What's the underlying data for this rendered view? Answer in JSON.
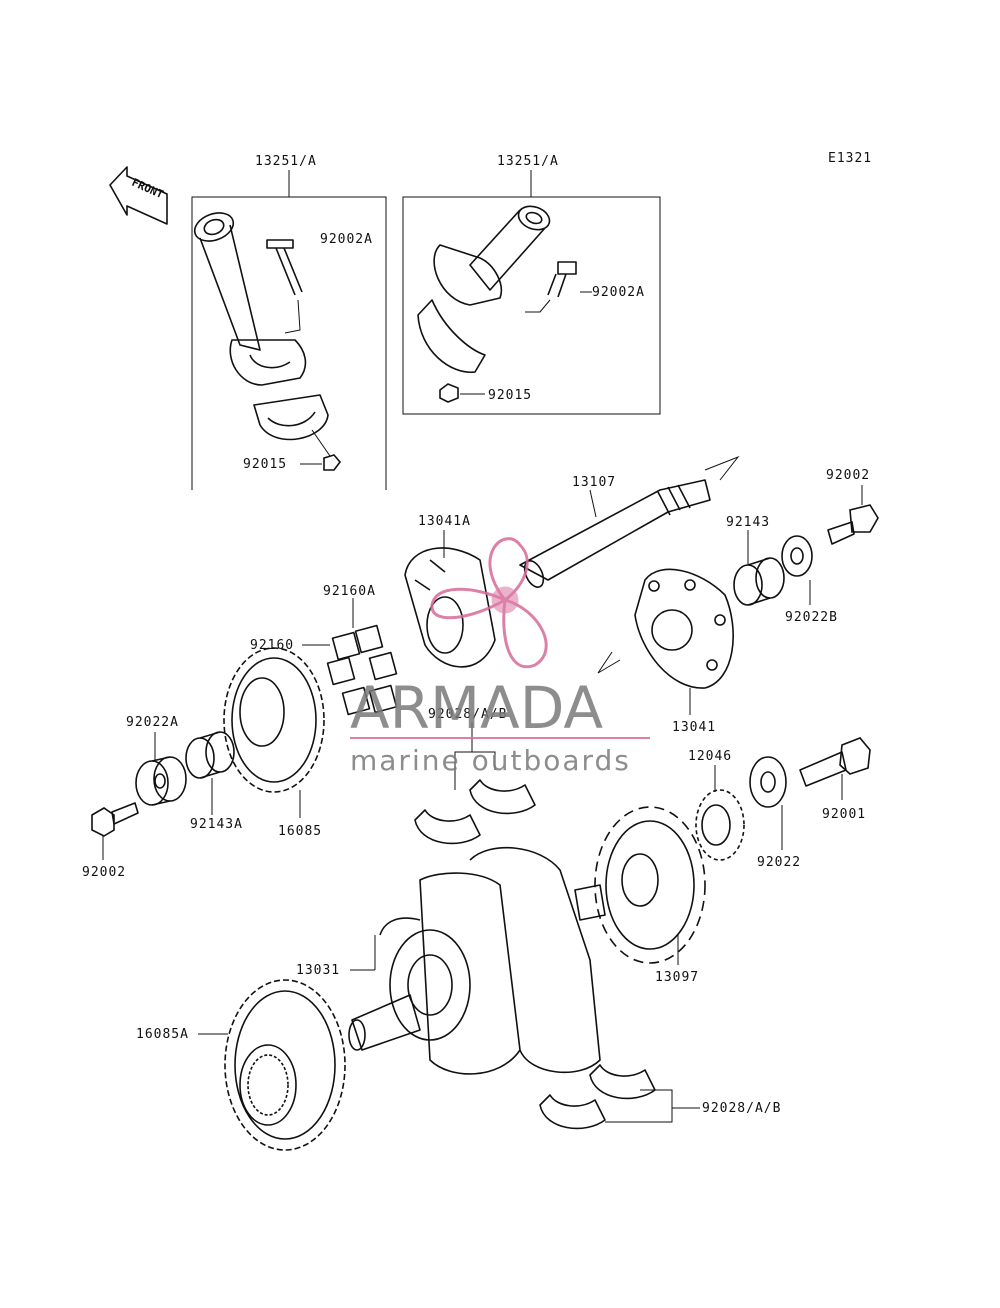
{
  "diagram_code": "E1321",
  "front_label": "FRONT",
  "labels": {
    "conrod_left": "13251/A",
    "conrod_right": "13251/A",
    "bolt_left": "92002A",
    "bolt_right": "92002A",
    "nut_left": "92015",
    "nut_right": "92015",
    "shaft": "13107",
    "coupling_a": "13041A",
    "coupling": "13041",
    "damper_a": "92160A",
    "damper": "92160",
    "washer_22a": "92022A",
    "collar_43a": "92143A",
    "gear_16085": "16085",
    "bolt_bottom_left": "92002",
    "bearing_upper": "92028/A/B",
    "bearing_lower": "92028/A/B",
    "collar_92143": "92143",
    "washer_22b": "92022B",
    "bolt_top_right": "92002",
    "sprocket_small": "12046",
    "washer_92022": "92022",
    "bolt_92001": "92001",
    "crankshaft": "13031",
    "sprocket_large": "13097",
    "gear_16085a": "16085A"
  },
  "watermark": {
    "brand": "ARMADA",
    "tagline": "marine outboards",
    "colors": {
      "logo": "#d86a9a",
      "text": "#7a7a7a"
    }
  }
}
